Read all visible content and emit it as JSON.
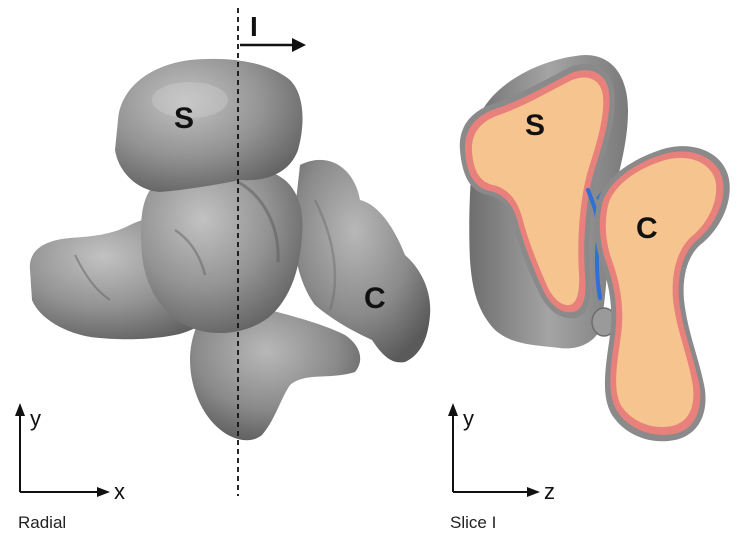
{
  "left_panel": {
    "region_s": "S",
    "region_c": "C",
    "slice_marker": "I",
    "axis_y": "y",
    "axis_x": "x",
    "caption": "Radial"
  },
  "right_panel": {
    "region_s": "S",
    "region_c": "C",
    "axis_y": "y",
    "axis_z": "z",
    "caption": "Slice I"
  },
  "colors": {
    "bone_surface": "#8c8c8c",
    "bone_highlight": "#b5b5b5",
    "section_fill": "#f6c48f",
    "cortex_outline": "#e8807c",
    "shell_gray": "#8a8a8a",
    "joint_blue": "#2f6fd6",
    "ink": "#111111"
  }
}
